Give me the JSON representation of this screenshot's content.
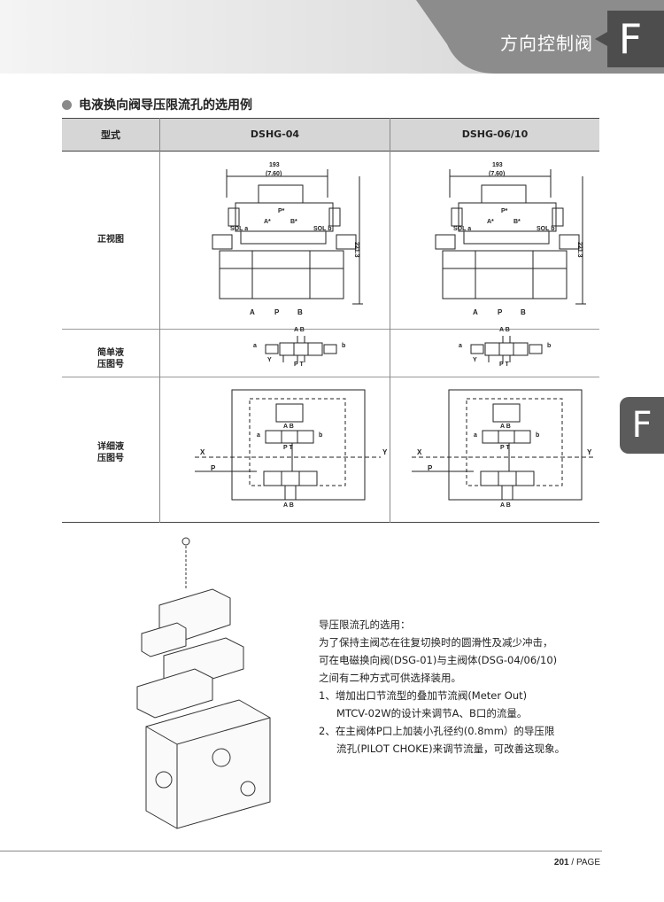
{
  "header": {
    "title": "方向控制阀",
    "letter": "F"
  },
  "side_tab": "F",
  "section_title": "电液换向阀导压限流孔的选用例",
  "table": {
    "col_label": "型式",
    "col1": "DSHG-04",
    "col2": "DSHG-06/10",
    "row_front": "正视图",
    "row_simple": [
      "简单液",
      "压图号"
    ],
    "row_detail": [
      "详细液",
      "压图号"
    ]
  },
  "front_view": {
    "width_mm": "193",
    "width_in": "(7.60)",
    "height_mm": "221.3",
    "ports_bottom": [
      "A",
      "P",
      "B"
    ],
    "top_ports": [
      "P*",
      "A*",
      "B*"
    ],
    "sol_a": "SOL a",
    "sol_b": "SOL b"
  },
  "simple_symbol": {
    "ab": "A B",
    "a": "a",
    "b": "b",
    "y": "Y",
    "pt": "P T"
  },
  "detail_symbol": {
    "x": "X",
    "p": "P",
    "y": "Y",
    "ab_top": "A B",
    "pt": "P T",
    "ab_bottom": "A B",
    "a": "a",
    "b": "b"
  },
  "notes": {
    "title": "导压限流孔的选用：",
    "lines": [
      "为了保持主阀芯在往复切换时的圆滑性及减少冲击，",
      "可在电磁换向阀(DSG-01)与主阀体(DSG-04/06/10)",
      "之间有二种方式可供选择装用。",
      "1、增加出口节流型的叠加节流阀(Meter Out)",
      "MTCV-02W的设计来调节A、B口的流量。",
      "2、在主阀体P口上加装小孔径约(0.8mm）的导压限",
      "流孔(PILOT CHOKE)来调节流量，可改善这现象。"
    ]
  },
  "footer": {
    "page": "201",
    "suffix": "/ PAGE"
  },
  "colors": {
    "header_gray": "#e2e2e2",
    "header_dark": "#8c8c8c",
    "tab_dark": "#4d4d4d",
    "table_head": "#d6d6d6"
  }
}
